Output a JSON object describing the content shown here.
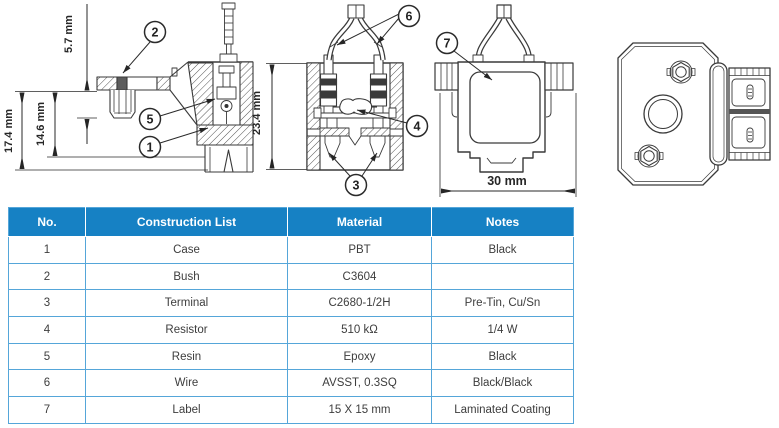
{
  "diagram": {
    "d5_7": "5.7 mm",
    "d17_4": "17.4 mm",
    "d14_6": "14.6 mm",
    "d23_4": "23.4 mm",
    "d30": "30 mm",
    "c1": "1",
    "c2": "2",
    "c3": "3",
    "c4": "4",
    "c5": "5",
    "c6": "6",
    "c7": "7"
  },
  "table": {
    "headers": [
      "No.",
      "Construction List",
      "Material",
      "Notes"
    ],
    "rows": [
      [
        "1",
        "Case",
        "PBT",
        "Black"
      ],
      [
        "2",
        "Bush",
        "C3604",
        ""
      ],
      [
        "3",
        "Terminal",
        "C2680-1/2H",
        "Pre-Tin, Cu/Sn"
      ],
      [
        "4",
        "Resistor",
        "510 kΩ",
        "1/4 W"
      ],
      [
        "5",
        "Resin",
        "Epoxy",
        "Black"
      ],
      [
        "6",
        "Wire",
        "AVSST, 0.3SQ",
        "Black/Black"
      ],
      [
        "7",
        "Label",
        "15 X 15 mm",
        "Laminated Coating"
      ]
    ]
  },
  "colors": {
    "header_bg": "#1681c4",
    "table_border": "#55a6d9",
    "line": "#3a3a3a"
  }
}
